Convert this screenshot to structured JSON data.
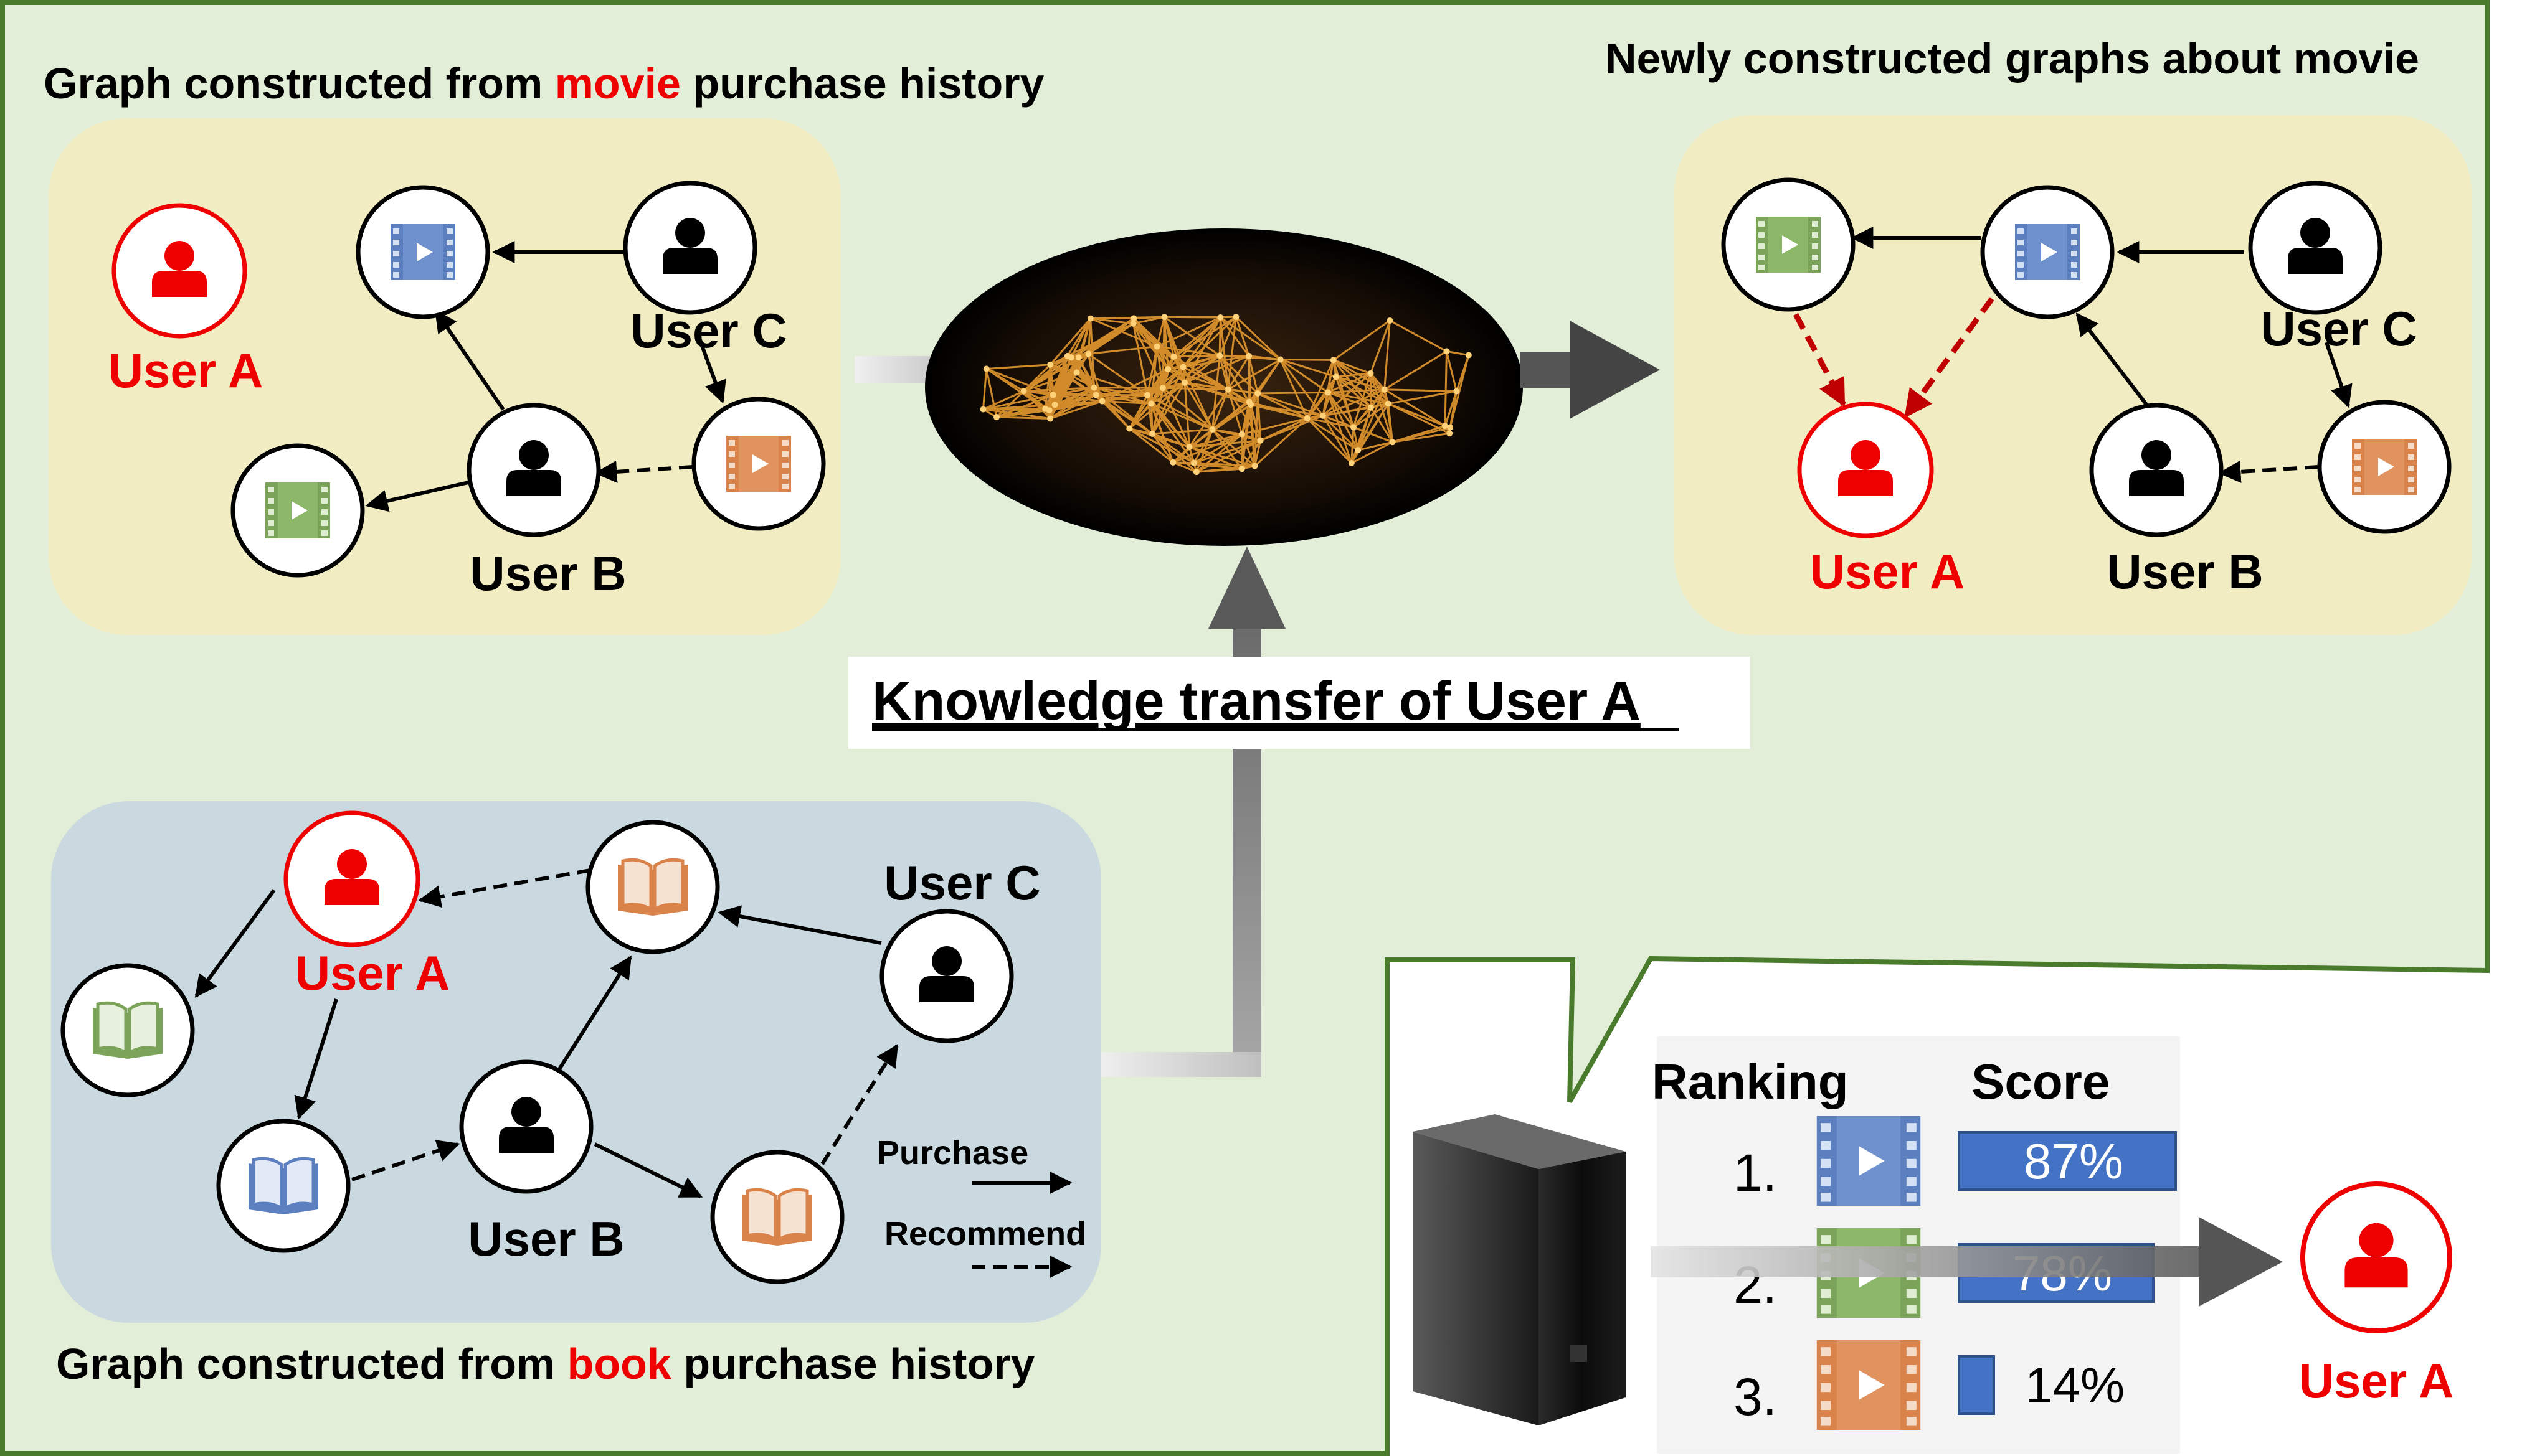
{
  "movie_graph": {
    "title_before": "Graph constructed from ",
    "title_highlight": "movie",
    "title_after": " purchase history",
    "user_a": "User A",
    "user_b": "User B",
    "user_c": "User C"
  },
  "new_graph": {
    "title": "Newly constructed graphs about movie",
    "user_a": "User A",
    "user_b": "User B",
    "user_c": "User C"
  },
  "book_graph": {
    "title_before": "Graph constructed from ",
    "title_highlight": "book",
    "title_after": " purchase history",
    "user_a": "User A",
    "user_b": "User B",
    "user_c": "User C",
    "legend_purchase": "Purchase",
    "legend_recommend": "Recommend"
  },
  "transfer_label": "Knowledge transfer of User A",
  "ranking": {
    "header_rank": "Ranking",
    "header_score": "Score",
    "rows": [
      {
        "rank": "1.",
        "score_text": "87%",
        "score": 0.87,
        "item": "blue-movie"
      },
      {
        "rank": "2.",
        "score_text": "78%",
        "score": 0.78,
        "item": "green-movie"
      },
      {
        "rank": "3.",
        "score_text": "14%",
        "score": 0.14,
        "item": "orange-movie"
      }
    ],
    "user_label": "User A"
  },
  "colors": {
    "panel_green": "#e2eed8",
    "panel_border": "#4a7a2c",
    "movie_panel": "#f1ecc2",
    "book_panel": "#cad9df",
    "red": "#ee0000",
    "dark_red": "#c00000",
    "blue_item": "#5b7fbf",
    "green_item": "#7ba45a",
    "orange_item": "#d9824a",
    "score_bar": "#4472c4"
  }
}
